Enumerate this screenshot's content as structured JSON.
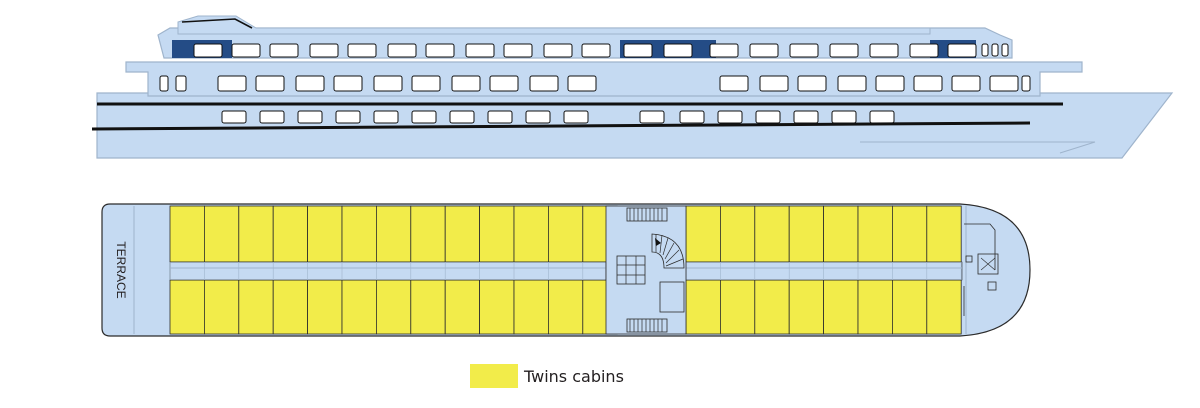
{
  "colors": {
    "hull": "#c5daf2",
    "hull_edge": "#9fb4cc",
    "dark_window": "#244c86",
    "stripe": "#111111",
    "cabin": "#f2ec4a",
    "deck": "#c5daf2",
    "line": "#2b2b2b"
  },
  "deck_plan": {
    "terrace_label": "TERRACE",
    "cabins_aft": 13,
    "cabins_fwd": 8
  },
  "legend": {
    "items": [
      {
        "label": "Twins cabins",
        "color": "#f2ec4a"
      }
    ]
  }
}
